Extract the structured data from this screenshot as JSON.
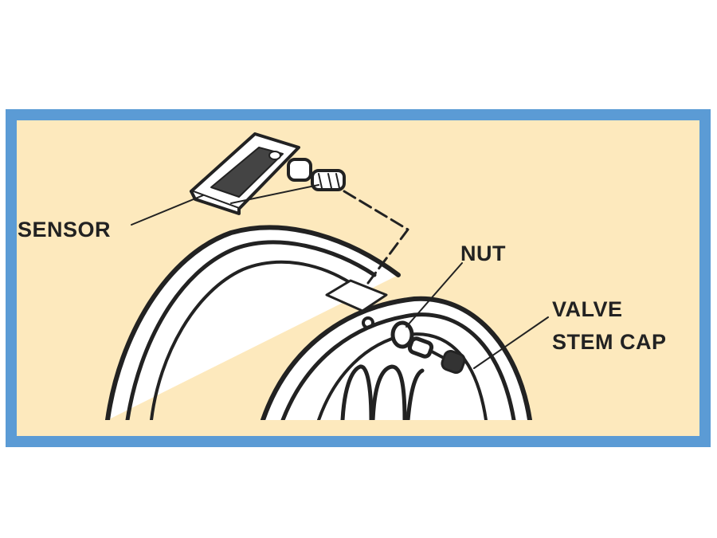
{
  "labels": {
    "sensor": "SENSOR",
    "nut": "NUT",
    "valve_stem_cap_line1": "VALVE",
    "valve_stem_cap_line2": "STEM CAP"
  },
  "colors": {
    "border": "#5b9bd5",
    "background": "#fde9bd",
    "ink": "#222222"
  }
}
